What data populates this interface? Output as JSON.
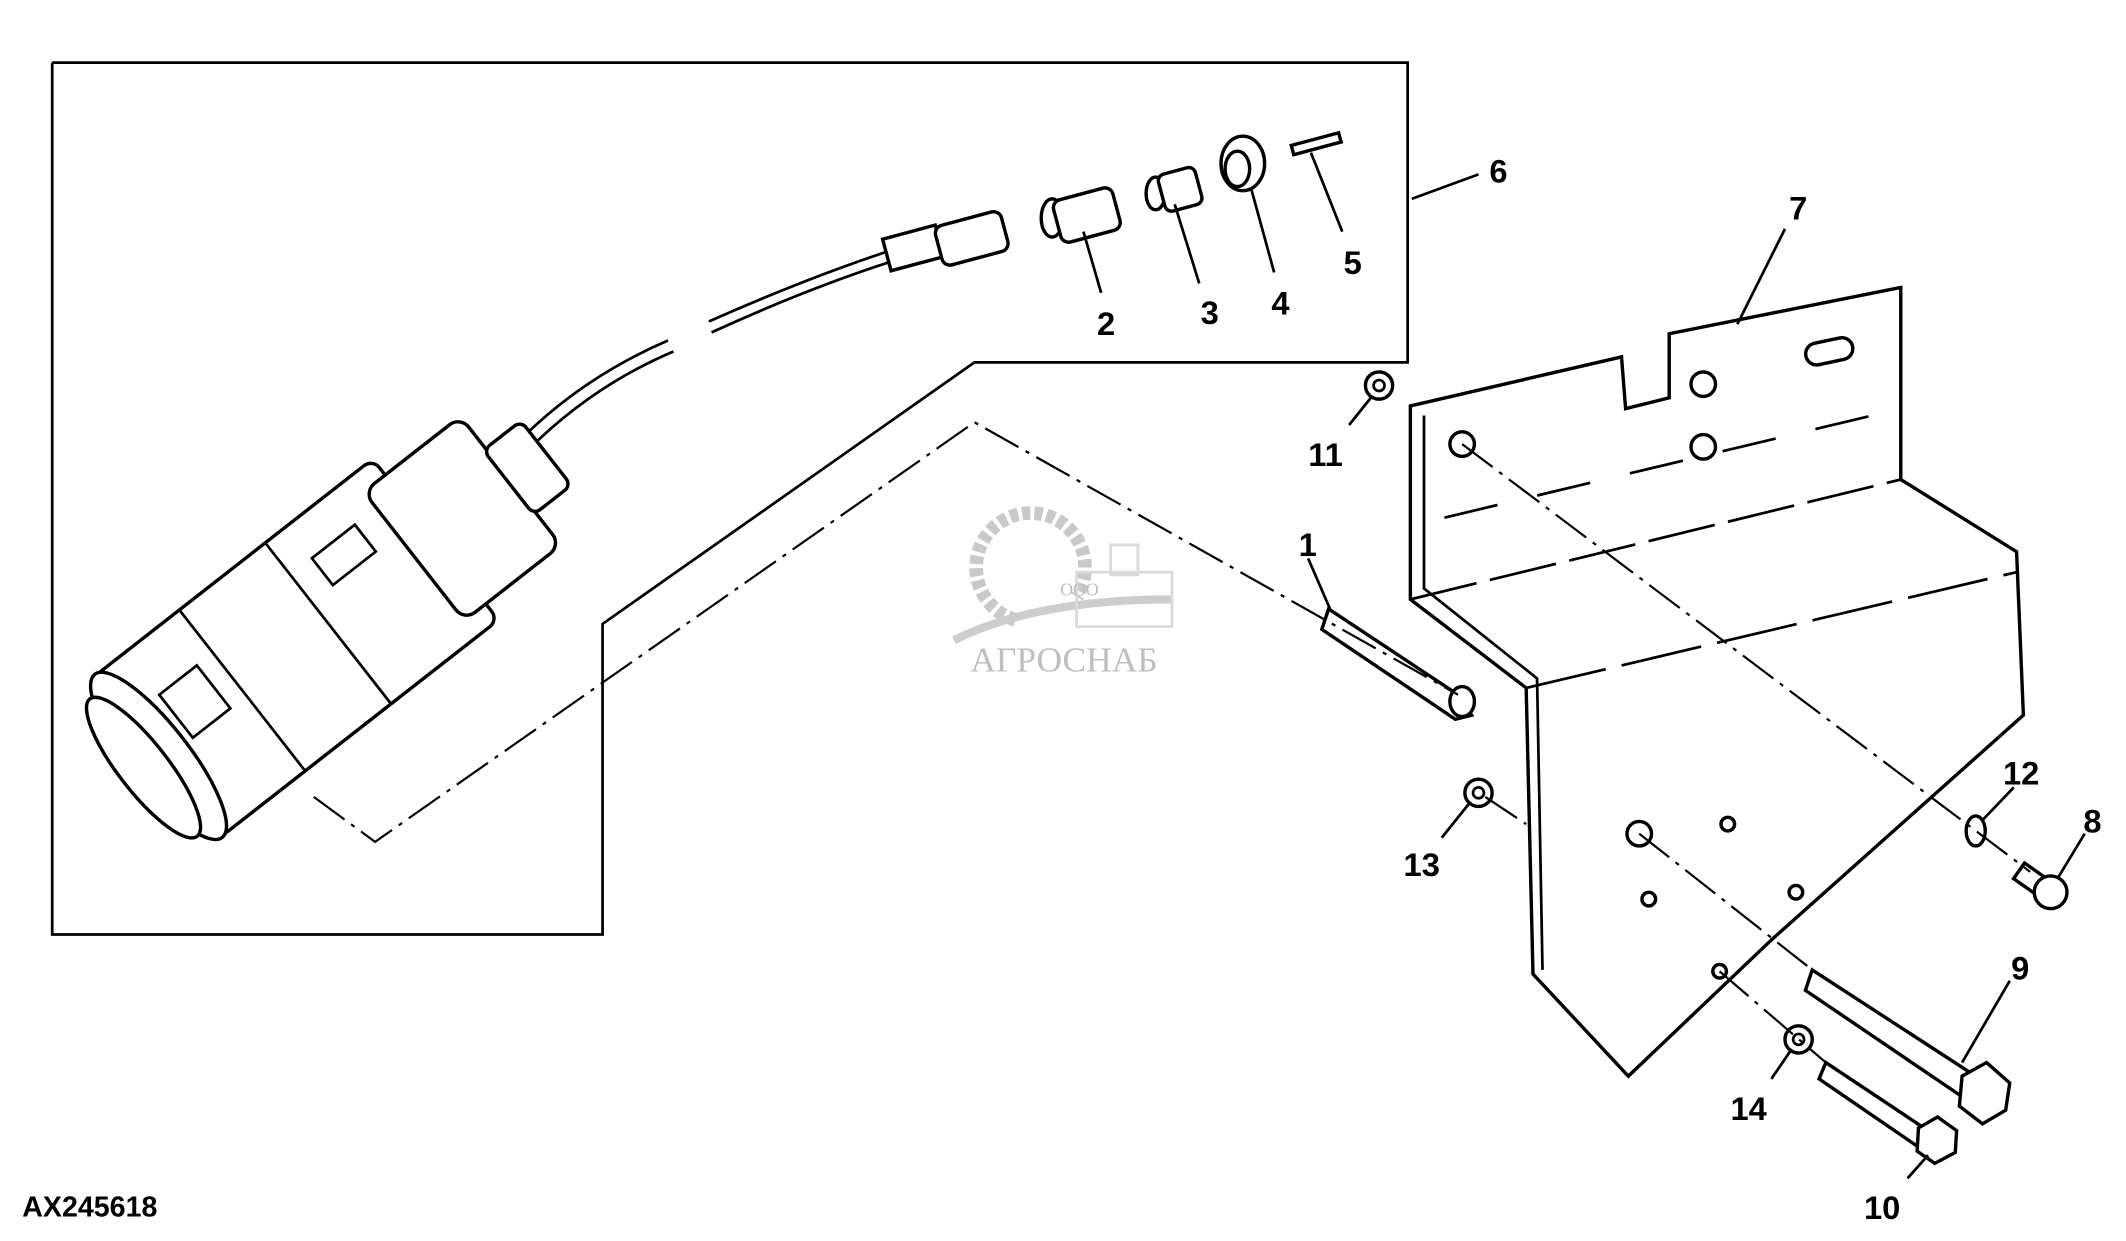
{
  "figure_id": "AX245618",
  "watermark": {
    "prefix": "ООО",
    "name": "АГРОСНАБ"
  },
  "callouts": {
    "c1": "1",
    "c2": "2",
    "c3": "3",
    "c4": "4",
    "c5": "5",
    "c6": "6",
    "c7": "7",
    "c8": "8",
    "c9": "9",
    "c10": "10",
    "c11": "11",
    "c12": "12",
    "c13": "13",
    "c14": "14"
  },
  "colors": {
    "line": "#000000",
    "watermark": "#b8b8b8",
    "background": "#ffffff"
  }
}
